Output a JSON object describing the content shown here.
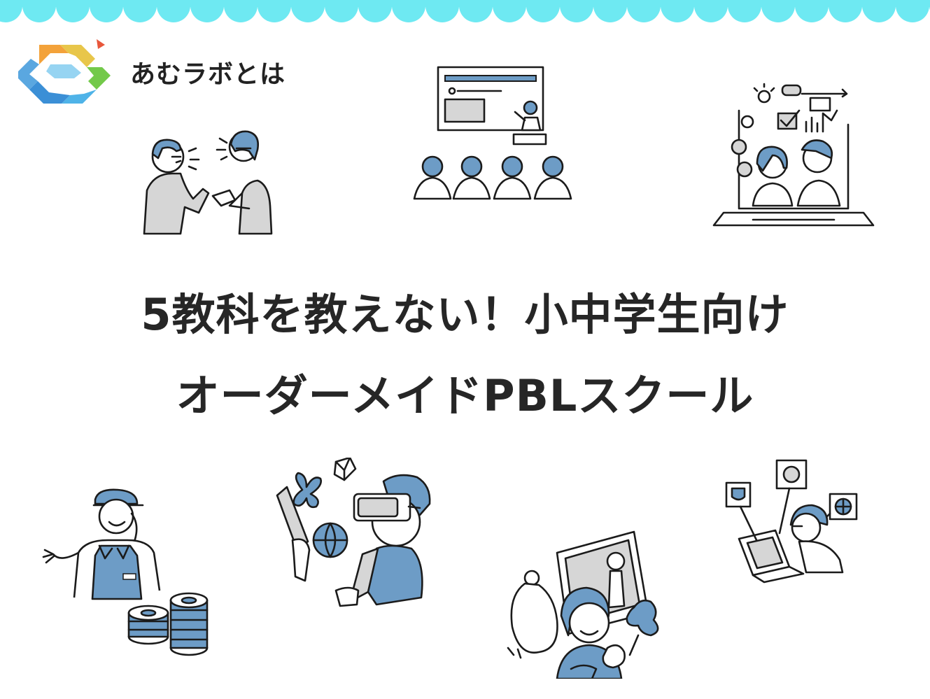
{
  "brand": {
    "title": "あむラボとは",
    "logo_icon": "amulabo-logo-icon"
  },
  "headline": {
    "line1": "5教科を教えない！小中学生向け",
    "line2": "オーダーメイドPBLスクール"
  },
  "colors": {
    "scallop": "#6ee9f2",
    "accent_blue": "#6d9cc6",
    "text": "#262626",
    "logo_blue": "#3b8fd6",
    "logo_green": "#73c94a",
    "logo_orange": "#f3a23a",
    "logo_red": "#e8573b"
  },
  "illustrations": [
    "conversation-icon",
    "presentation-icon",
    "online-meeting-icon",
    "shop-clerk-icon",
    "vr-student-icon",
    "art-student-icon",
    "programmer-icon"
  ]
}
